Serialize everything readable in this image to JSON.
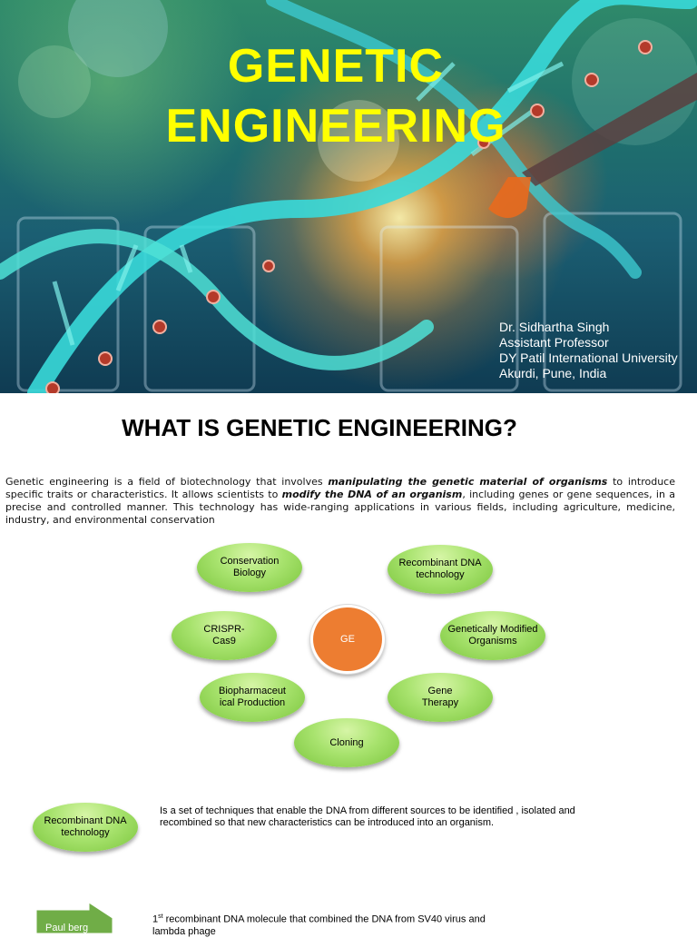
{
  "hero": {
    "title_line1": "GENETIC",
    "title_line2": "ENGINEERING",
    "author": [
      "Dr. Sidhartha Singh",
      "Assistant Professor",
      "DY Patil International University",
      "Akurdi, Pune, India"
    ]
  },
  "section": {
    "title": "WHAT IS GENETIC ENGINEERING?",
    "intro": {
      "p1": "Genetic engineering is a field of biotechnology that involves ",
      "em1": "manipulating the genetic material of organisms",
      "p2": " to introduce specific traits or characteristics. It allows scientists to ",
      "em2": "modify the DNA of an organism",
      "p3": ", including genes or gene sequences, in a precise and controlled manner. This technology has wide-ranging applications in various fields, including agriculture, medicine, industry, and environmental conservation"
    }
  },
  "diagram": {
    "center": "GE",
    "nodes": [
      "Conservation Biology",
      "Recombinant DNA technology",
      "CRISPR-Cas9",
      "Genetically Modified Organisms",
      "Biopharmaceutical Production",
      "Gene Therapy",
      "Cloning"
    ]
  },
  "definition": {
    "term": "Recombinant DNA technology",
    "text": "Is a set of techniques that enable the DNA from different sources to be identified , isolated and recombined so that new characteristics can be introduced into an organism."
  },
  "history": {
    "arrow_label": "Paul berg",
    "ordinal_number": "1",
    "ordinal_suffix": "st",
    "text": " recombinant DNA molecule that combined the DNA from SV40 virus and lambda phage"
  },
  "colors": {
    "title_yellow": "#ffff00",
    "oval_green": "#92d050",
    "ge_orange": "#ed7d31"
  }
}
